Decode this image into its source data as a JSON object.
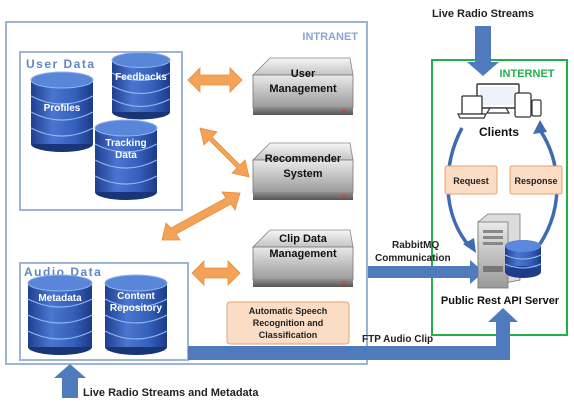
{
  "zones": {
    "intranet": "INTRANET",
    "internet": "INTERNET",
    "user_data": "User Data",
    "audio_data": "Audio Data"
  },
  "databases": {
    "profiles": "Profiles",
    "feedbacks": "Feedbacks",
    "tracking_1": "Tracking",
    "tracking_2": "Data",
    "metadata": "Metadata",
    "content_1": "Content",
    "content_2": "Repository"
  },
  "servers": {
    "user_mgmt_1": "User",
    "user_mgmt_2": "Management",
    "recommender_1": "Recommender",
    "recommender_2": "System",
    "clip_1": "Clip Data",
    "clip_2": "Management"
  },
  "asr": {
    "line1": "Automatic Speech",
    "line2": "Recognition and",
    "line3": "Classification"
  },
  "labels": {
    "live_radio_streams": "Live Radio Streams",
    "live_radio_streams_metadata": "Live Radio Streams and Metadata",
    "rabbitmq_1": "RabbitMQ",
    "rabbitmq_2": "Communication",
    "ftp_audio_clip": "FTP Audio Clip",
    "clients": "Clients",
    "request": "Request",
    "response": "Response",
    "public_api": "Public Rest API Server"
  },
  "colors": {
    "intranet_border": "#9bb4d8",
    "internet_border": "#22b04a",
    "zone_title": "#7f9fd0",
    "internet_title": "#22b04a",
    "db_blue": "#2f57b5",
    "orange_arrow": "#f4a257",
    "blue_arrow": "#4f7bbd",
    "note_fill": "#fbdcc4",
    "note_border": "#e8a070"
  }
}
